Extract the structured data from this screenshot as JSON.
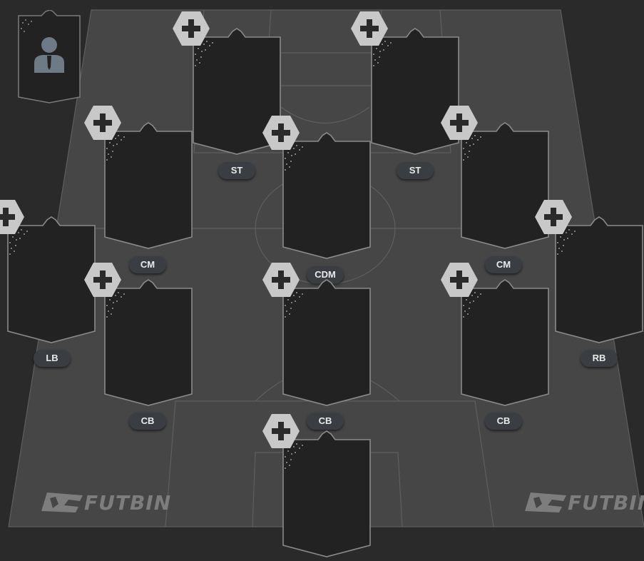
{
  "formation": {
    "positions": [
      {
        "id": "st-left",
        "label": "ST"
      },
      {
        "id": "st-right",
        "label": "ST"
      },
      {
        "id": "cm-left",
        "label": "CM"
      },
      {
        "id": "cdm",
        "label": "CDM"
      },
      {
        "id": "cm-right",
        "label": "CM"
      },
      {
        "id": "lb",
        "label": "LB"
      },
      {
        "id": "rb",
        "label": "RB"
      },
      {
        "id": "cb-left",
        "label": "CB"
      },
      {
        "id": "cb-center",
        "label": "CB"
      },
      {
        "id": "cb-right",
        "label": "CB"
      },
      {
        "id": "gk",
        "label": ""
      }
    ]
  },
  "branding": {
    "logo_text_left": "FUTBIN",
    "logo_text_right": "FUTBIN"
  },
  "colors": {
    "background": "#2a2a2a",
    "pitch": "#464646",
    "card": "#222222",
    "card_border": "#8a8a8a",
    "plus_hex": "#c8c8c8"
  },
  "icons": {
    "add": "plus-hexagon-icon",
    "manager": "manager-person-icon",
    "logo": "futbin-logo-icon"
  }
}
